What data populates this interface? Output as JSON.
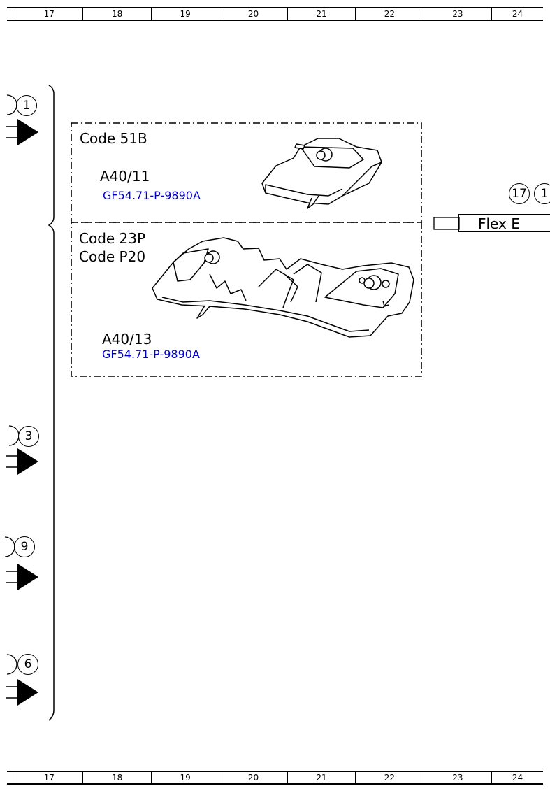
{
  "ruler": {
    "columns": [
      "17",
      "18",
      "19",
      "20",
      "21",
      "22",
      "23",
      "24"
    ]
  },
  "boxes": {
    "top": {
      "codes": [
        "Code 51B"
      ],
      "part_number": "A40/11",
      "reference": "GF54.71-P-9890A"
    },
    "bottom": {
      "codes": [
        "Code 23P",
        "Code P20"
      ],
      "part_number": "A40/13",
      "reference": "GF54.71-P-9890A"
    }
  },
  "connectors_left": [
    "1",
    "3",
    "9",
    "6"
  ],
  "connectors_right": [
    "17",
    "1"
  ],
  "target": {
    "label": "Flex E"
  },
  "colors": {
    "reference_link": "#0000cc",
    "line": "#000000"
  }
}
